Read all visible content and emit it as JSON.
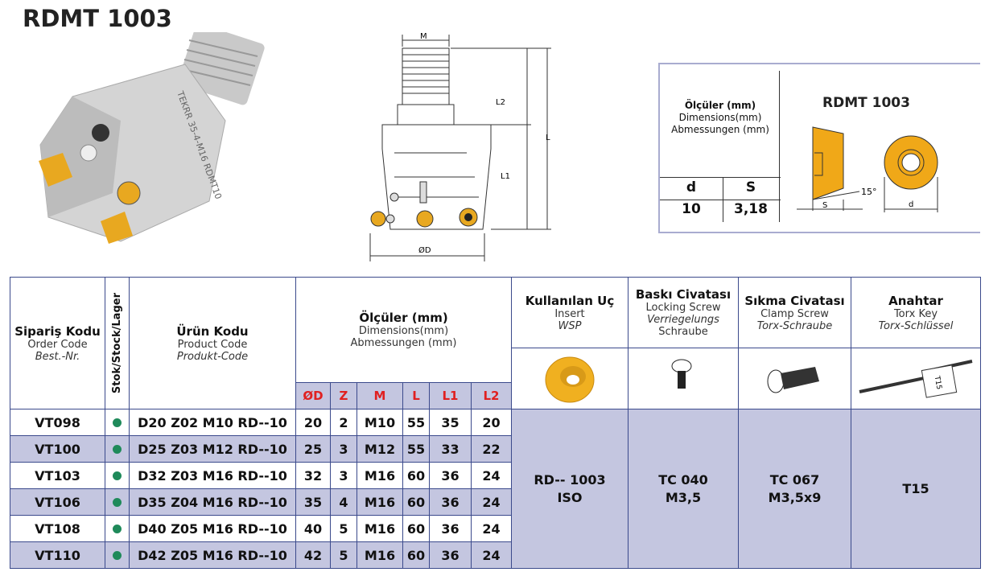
{
  "title": "RDMT 1003",
  "drawing": {
    "m": "M",
    "l2": "L2",
    "l": "L",
    "l1": "L1",
    "od": "ØD",
    "engraving": "TEKRR 35-4-M16 RDMT10"
  },
  "insert_box": {
    "heading": [
      "Ölçüler (mm)",
      "Dimensions(mm)",
      "Abmessungen (mm)"
    ],
    "cols": [
      "d",
      "S"
    ],
    "values": [
      "10",
      "3,18"
    ],
    "title": "RDMT 1003",
    "angle": "15°",
    "s_label": "S",
    "d_label": "d",
    "colors": {
      "insert": "#f0a818",
      "border": "#a9acd0"
    }
  },
  "table": {
    "order": {
      "title": "Sipariş Kodu",
      "en": "Order Code",
      "de": "Best.-Nr."
    },
    "stock": "Stok/Stock/Lager",
    "product": {
      "title": "Ürün Kodu",
      "en": "Product Code",
      "de": "Produkt-Code"
    },
    "dims": {
      "title": "Ölçüler (mm)",
      "en": "Dimensions(mm)",
      "de": "Abmessungen (mm)"
    },
    "dim_cols": [
      "ØD",
      "Z",
      "M",
      "L",
      "L1",
      "L2"
    ],
    "insert": {
      "title": "Kullanılan Uç",
      "en": "Insert",
      "de": "WSP"
    },
    "locking": {
      "title": "Baskı Civatası",
      "en": "Locking Screw",
      "de1": "Verriegelungs",
      "de2": "Schraube"
    },
    "clamp": {
      "title": "Sıkma Civatası",
      "en": "Clamp Screw",
      "de": "Torx-Schraube"
    },
    "key": {
      "title": "Anahtar",
      "en": "Torx Key",
      "de": "Torx-Schlüssel",
      "tag": "T15"
    },
    "rows": [
      {
        "order": "VT098",
        "product": "D20 Z02 M10 RD--10",
        "d": "20",
        "z": "2",
        "m": "M10",
        "l": "55",
        "l1": "35",
        "l2": "20"
      },
      {
        "order": "VT100",
        "product": "D25 Z03 M12 RD--10",
        "d": "25",
        "z": "3",
        "m": "M12",
        "l": "55",
        "l1": "33",
        "l2": "22"
      },
      {
        "order": "VT103",
        "product": "D32 Z03 M16 RD--10",
        "d": "32",
        "z": "3",
        "m": "M16",
        "l": "60",
        "l1": "36",
        "l2": "24"
      },
      {
        "order": "VT106",
        "product": "D35 Z04 M16 RD--10",
        "d": "35",
        "z": "4",
        "m": "M16",
        "l": "60",
        "l1": "36",
        "l2": "24"
      },
      {
        "order": "VT108",
        "product": "D40 Z05 M16 RD--10",
        "d": "40",
        "z": "5",
        "m": "M16",
        "l": "60",
        "l1": "36",
        "l2": "24"
      },
      {
        "order": "VT110",
        "product": "D42 Z05 M16 RD--10",
        "d": "42",
        "z": "5",
        "m": "M16",
        "l": "60",
        "l1": "36",
        "l2": "24"
      }
    ],
    "parts": {
      "insert1": "RD-- 1003",
      "insert2": "ISO",
      "lock1": "TC 040",
      "lock2": "M3,5",
      "clamp1": "TC 067",
      "clamp2": "M3,5x9",
      "key": "T15"
    }
  }
}
